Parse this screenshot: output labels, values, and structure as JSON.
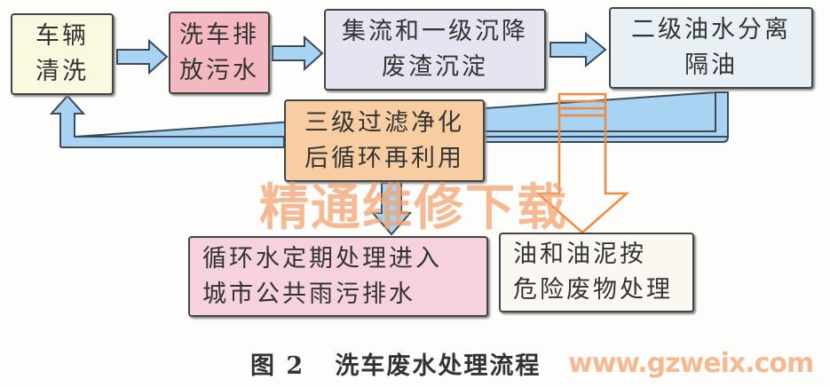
{
  "boxes": {
    "wash": "车辆\n清洗",
    "discharge": "洗车排\n放污水",
    "settle": "集流和一级沉降\n废渣沉淀",
    "oil_sep": "二级油水分离\n隔油",
    "filter": "三级过滤净化\n后循环再利用",
    "drain": "循环水定期处理进入\n城市公共雨污排水",
    "hazard": "油和油泥按\n危险废物处理"
  },
  "caption": {
    "fig": "图 2",
    "title": "洗车废水处理流程"
  },
  "watermark": {
    "text": "精通维修下载",
    "url": "www.gzweix.com"
  },
  "colors": {
    "arrow_blue": "#a9d3f2",
    "arrow_orange": "#f08a3c"
  }
}
